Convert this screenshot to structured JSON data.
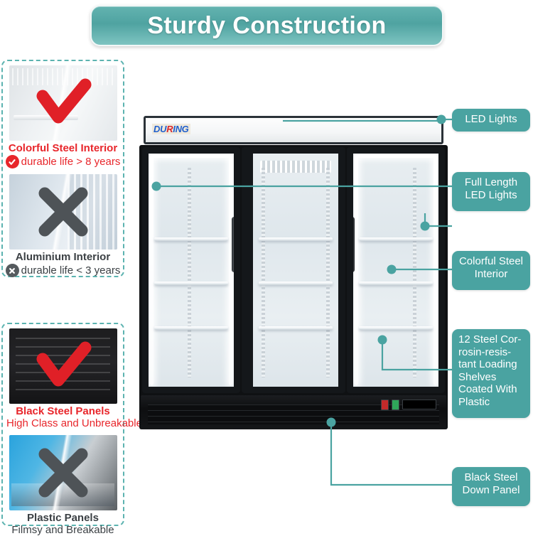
{
  "header": {
    "title": "Sturdy Construction",
    "accent_color": "#4fa3a1"
  },
  "comparison": {
    "groups": [
      {
        "name": "interior-material",
        "cards": [
          {
            "id": "colorful-steel-interior",
            "mark": "check",
            "title": "Colorful Steel Interior",
            "subtitle": "durable life > 8 years",
            "badge": "check-badge",
            "tone": "positive",
            "color": "#e8262b"
          },
          {
            "id": "aluminium-interior",
            "mark": "cross",
            "title": "Aluminium Interior",
            "subtitle": "durable life < 3 years",
            "badge": "cross-badge",
            "tone": "negative",
            "color": "#3b4044"
          }
        ]
      },
      {
        "name": "panel-material",
        "cards": [
          {
            "id": "black-steel-panels",
            "mark": "check",
            "title": "Black Steel Panels",
            "subtitle": "High Class and Unbreakable",
            "badge": "none",
            "tone": "positive",
            "color": "#e8262b"
          },
          {
            "id": "plastic-panels",
            "mark": "cross",
            "title": "Plastic Panels",
            "subtitle": "Filmsy and Breakable",
            "badge": "none",
            "tone": "negative",
            "color": "#3b4044"
          }
        ]
      }
    ]
  },
  "product": {
    "brand_logo": {
      "part1": "DU",
      "part2": "R",
      "part3": "ING",
      "blue": "#1f5fcd",
      "red": "#d8262c"
    },
    "door_count": 3,
    "controls": {
      "switch_red": "red-rocker-switch",
      "switch_green": "green-rocker-switch",
      "display": "digital-temperature-display"
    }
  },
  "callouts": [
    {
      "id": "led-lights",
      "text": "LED Lights"
    },
    {
      "id": "full-length-led",
      "text": "Full Length\nLED Lights"
    },
    {
      "id": "colorful-steel",
      "text": "Colorful Steel\nInterior"
    },
    {
      "id": "twelve-shelves",
      "text": "12 Steel Cor-\nrosin-resis-\ntant Loading\nShelves\nCoated With\nPlastic"
    },
    {
      "id": "black-steel-panel",
      "text": "Black Steel\nDown Panel"
    }
  ],
  "colors": {
    "teal": "#4aa3a1",
    "teal_border": "#5cb3b0",
    "red": "#e8262b",
    "dark_gray": "#3b4044"
  }
}
